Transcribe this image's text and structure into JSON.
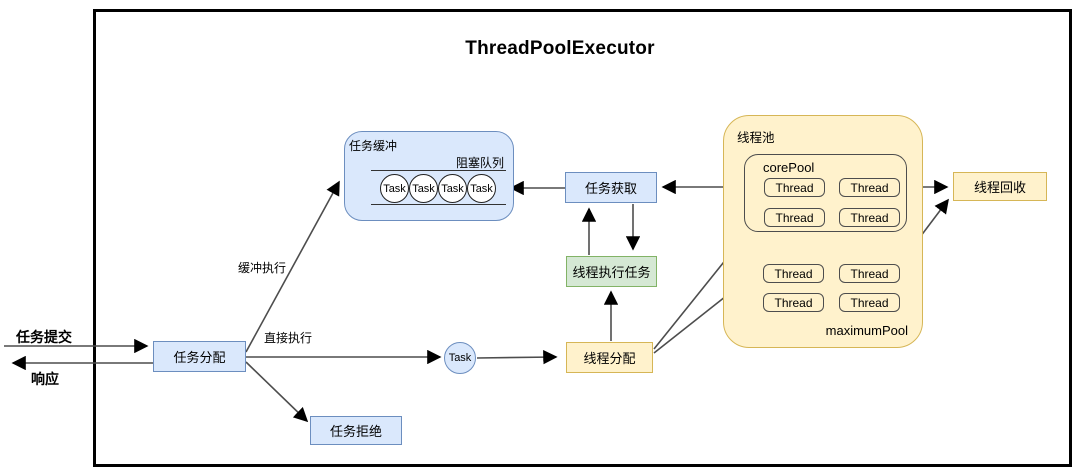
{
  "title": "ThreadPoolExecutor",
  "external": {
    "submit_label": "任务提交",
    "response_label": "响应"
  },
  "edge_labels": {
    "buffered_exec": "缓冲执行",
    "direct_exec": "直接执行"
  },
  "nodes": {
    "task_dispatch": "任务分配",
    "task_reject": "任务拒绝",
    "task_fetch": "任务获取",
    "thread_execute": "线程执行任务",
    "thread_dispatch": "线程分配",
    "thread_recycle": "线程回收",
    "task": "Task"
  },
  "task_buffer": {
    "title": "任务缓冲",
    "queue_label": "阻塞队列",
    "tasks": [
      "Task",
      "Task",
      "Task",
      "Task"
    ]
  },
  "thread_pool": {
    "title": "线程池",
    "core_label": "corePool",
    "max_label": "maximumPool",
    "core_threads": [
      "Thread",
      "Thread",
      "Thread",
      "Thread"
    ],
    "max_threads": [
      "Thread",
      "Thread",
      "Thread",
      "Thread"
    ]
  },
  "colors": {
    "blue_fill": "#dae8fc",
    "blue_border": "#6c8ebf",
    "green_fill": "#d5e8d4",
    "green_border": "#82b366",
    "yellow_fill": "#fff2cc",
    "yellow_border": "#d6b656",
    "line": "#4d4d4d",
    "arrowhead": "#000000",
    "border": "#000000"
  }
}
